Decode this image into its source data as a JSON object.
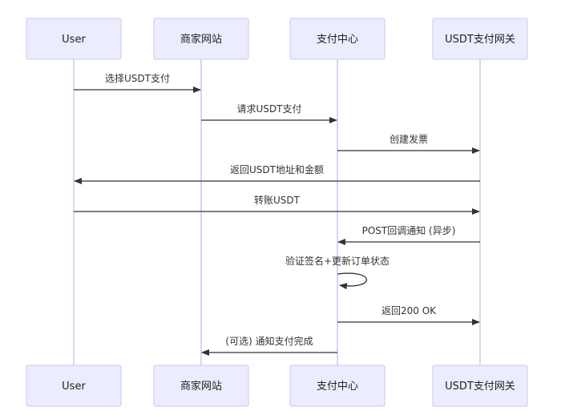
{
  "participants": [
    {
      "id": "user",
      "label": "User"
    },
    {
      "id": "merchant",
      "label": "商家网站"
    },
    {
      "id": "paycenter",
      "label": "支付中心"
    },
    {
      "id": "gateway",
      "label": "USDT支付网关"
    }
  ],
  "messages": [
    {
      "from": 0,
      "to": 1,
      "label": "选择USDT支付"
    },
    {
      "from": 1,
      "to": 2,
      "label": "请求USDT支付"
    },
    {
      "from": 2,
      "to": 3,
      "label": "创建发票"
    },
    {
      "from": 3,
      "to": 0,
      "label": "返回USDT地址和金额"
    },
    {
      "from": 0,
      "to": 3,
      "label": "转账USDT"
    },
    {
      "from": 3,
      "to": 2,
      "label": "POST回调通知 (异步)"
    },
    {
      "from": 2,
      "to": 2,
      "label": "验证签名+更新订单状态"
    },
    {
      "from": 2,
      "to": 3,
      "label": "返回200 OK"
    },
    {
      "from": 2,
      "to": 1,
      "label": "(可选) 通知支付完成"
    }
  ],
  "colors": {
    "actor_fill": "#ECECFF",
    "actor_border": "#C9C9F0",
    "lifeline": "#C9C9F0",
    "message": "#333333"
  }
}
